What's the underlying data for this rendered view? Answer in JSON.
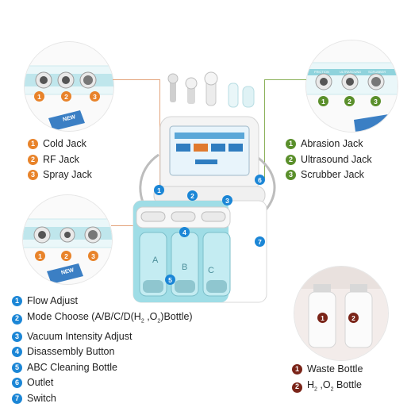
{
  "colors": {
    "orange": "#e8832a",
    "blue": "#1b86d6",
    "green": "#5a8f2b",
    "brown": "#7a2418",
    "teal": "#8fd3dc"
  },
  "left_jacks": {
    "items": [
      {
        "num": "1",
        "label": "Cold Jack"
      },
      {
        "num": "2",
        "label": "RF Jack"
      },
      {
        "num": "3",
        "label": "Spray Jack"
      }
    ]
  },
  "right_jacks": {
    "items": [
      {
        "num": "1",
        "label": "Abrasion Jack"
      },
      {
        "num": "2",
        "label": "Ultrasound Jack"
      },
      {
        "num": "3",
        "label": "Scrubber Jack"
      }
    ]
  },
  "top_left_zoom": {
    "nums": [
      "1",
      "2",
      "3"
    ],
    "badge": "NEW"
  },
  "mid_left_zoom": {
    "nums": [
      "1",
      "2",
      "3"
    ],
    "badge": "NEW"
  },
  "top_right_zoom": {
    "nums": [
      "1",
      "2",
      "3"
    ],
    "port_labels": [
      "FRICTION",
      "ULTRASOUND",
      "SCRUBBER"
    ]
  },
  "machine": {
    "callouts": [
      "1",
      "2",
      "3",
      "4",
      "5",
      "6",
      "7"
    ],
    "bottle_labels": [
      "A",
      "B",
      "C"
    ]
  },
  "features": {
    "items": [
      {
        "num": "1",
        "label": "Flow Adjust"
      },
      {
        "num": "2",
        "label_pre": "Mode Choose (A/B/C/D(H",
        "sub1": "2",
        "mid1": " ,O",
        "sub2": "2",
        "label_post": ")Bottle)"
      },
      {
        "num": "3",
        "label": "Vacuum Intensity Adjust"
      },
      {
        "num": "4",
        "label": "Disassembly Button"
      },
      {
        "num": "5",
        "label": "ABC Cleaning Bottle"
      },
      {
        "num": "6",
        "label": "Outlet"
      },
      {
        "num": "7",
        "label": "Switch"
      }
    ]
  },
  "bottles": {
    "zoom_nums": [
      "1",
      "2"
    ],
    "items": [
      {
        "num": "1",
        "label": "Waste Bottle"
      },
      {
        "num": "2",
        "pre": "H",
        "sub1": "2",
        "mid": " ,O",
        "sub2": "2",
        "post": " Bottle"
      }
    ]
  }
}
